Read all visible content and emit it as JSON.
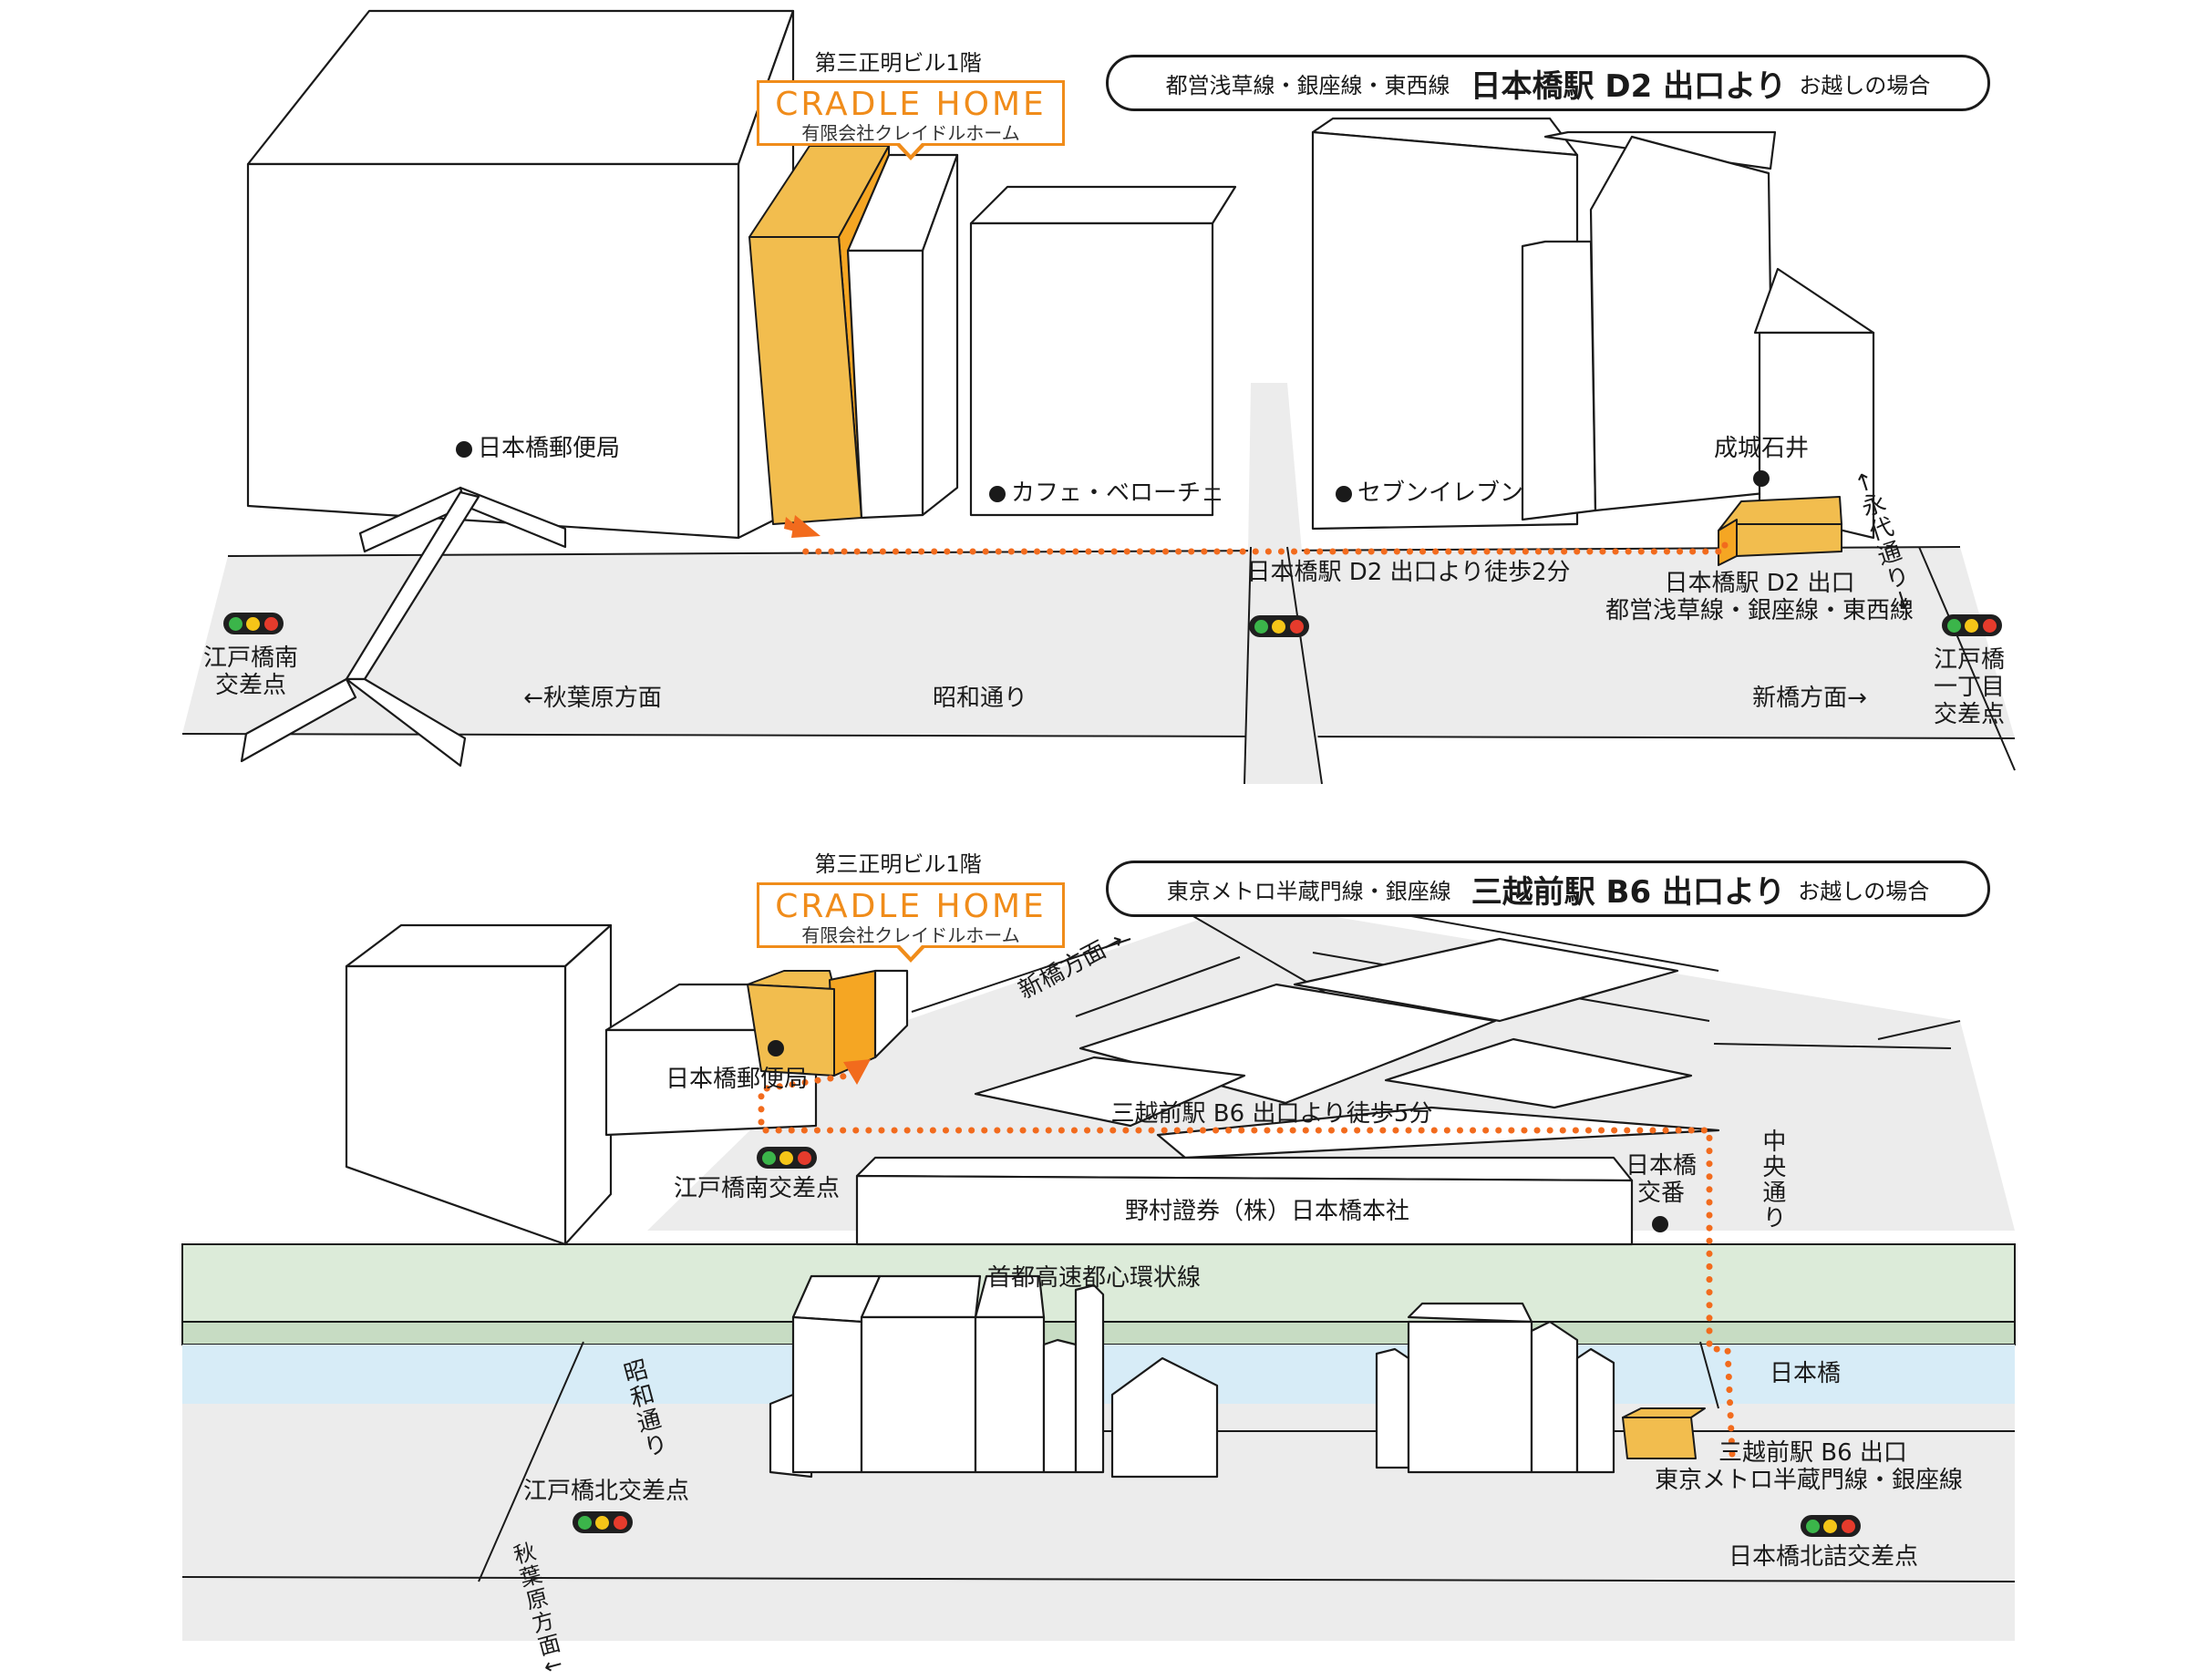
{
  "maps": [
    {
      "id": "d2",
      "route": {
        "lines": "都営浅草線・銀座線・東西線",
        "station": "日本橋駅 D2 出口より",
        "suffix": "お越しの場合"
      },
      "brand": {
        "building": "第三正明ビル1階",
        "logo": "CRADLE HOME",
        "company": "有限会社クレイドルホーム"
      },
      "landmarks": {
        "post_office": "日本橋郵便局",
        "cafe": "カフェ・ベローチェ",
        "seven": "セブンイレブン",
        "seijo": "成城石井"
      },
      "walk": "日本橋駅 D2 出口より徒歩2分",
      "exit": {
        "name": "日本橋駅 D2 出口",
        "lines": "都営浅草線・銀座線・東西線"
      },
      "roads": {
        "eitai": "←永代通り→",
        "showa": "昭和通り",
        "akihabara": "←秋葉原方面",
        "shinbashi": "新橋方面→"
      },
      "intersections": {
        "edobashi_minami": "江戸橋南\n交差点",
        "edobashi_1chome": "江戸橋\n一丁目\n交差点"
      }
    },
    {
      "id": "b6",
      "route": {
        "lines": "東京メトロ半蔵門線・銀座線",
        "station": "三越前駅 B6 出口より",
        "suffix": "お越しの場合"
      },
      "brand": {
        "building": "第三正明ビル1階",
        "logo": "CRADLE HOME",
        "company": "有限会社クレイドルホーム"
      },
      "landmarks": {
        "post_office": "日本橋郵便局",
        "nomura": "野村證券（株）日本橋本社",
        "koban": "日本橋\n交番",
        "expressway": "首都高速都心環状線",
        "nihonbashi": "日本橋"
      },
      "walk": "三越前駅 B6 出口より徒歩5分",
      "exit": {
        "name": "三越前駅 B6 出口",
        "lines": "東京メトロ半蔵門線・銀座線"
      },
      "roads": {
        "shinbashi": "新橋方面→",
        "chuo": "中央通り",
        "showa": "昭和通り",
        "akihabara": "秋葉原方面↓"
      },
      "intersections": {
        "edobashi_minami": "江戸橋南交差点",
        "edobashi_kita": "江戸橋北交差点",
        "nihonbashi_kitazume": "日本橋北詰交差点"
      }
    }
  ],
  "colors": {
    "route": "#f26b1d",
    "highlight": "#f2bd4e",
    "brand": "#f08c1a",
    "road": "#ececec",
    "water": "#d7ecf7",
    "expressway": "#dcebd9"
  }
}
